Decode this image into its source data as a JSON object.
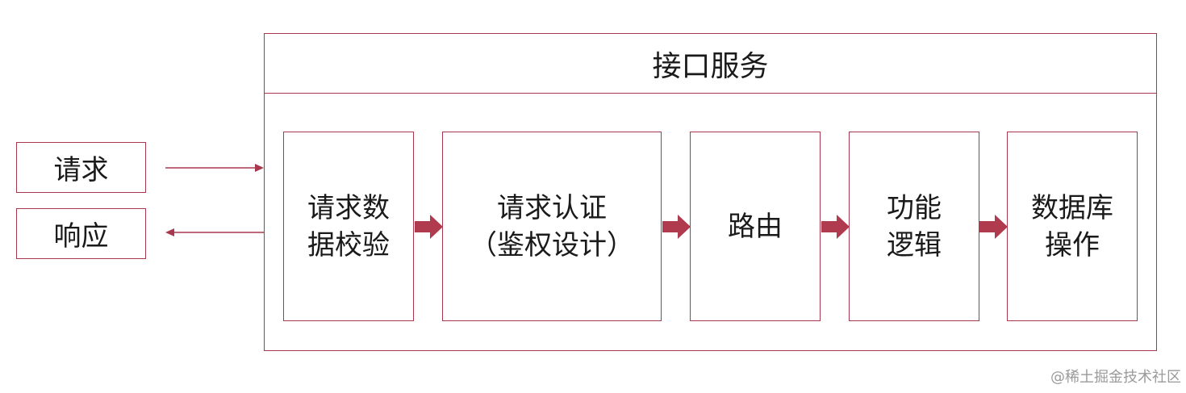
{
  "client": {
    "request_label": "请求",
    "response_label": "响应"
  },
  "service": {
    "title": "接口服务",
    "steps": [
      {
        "line1": "请求数",
        "line2": "据校验"
      },
      {
        "line1": "请求认证",
        "line2": "（鉴权设计）"
      },
      {
        "line1": "路由",
        "line2": ""
      },
      {
        "line1": "功能",
        "line2": "逻辑"
      },
      {
        "line1": "数据库",
        "line2": "操作"
      }
    ]
  },
  "colors": {
    "border": "#a8384d",
    "arrow": "#b03a4e",
    "text": "#1a1a1a"
  },
  "watermark": "@稀土掘金技术社区"
}
